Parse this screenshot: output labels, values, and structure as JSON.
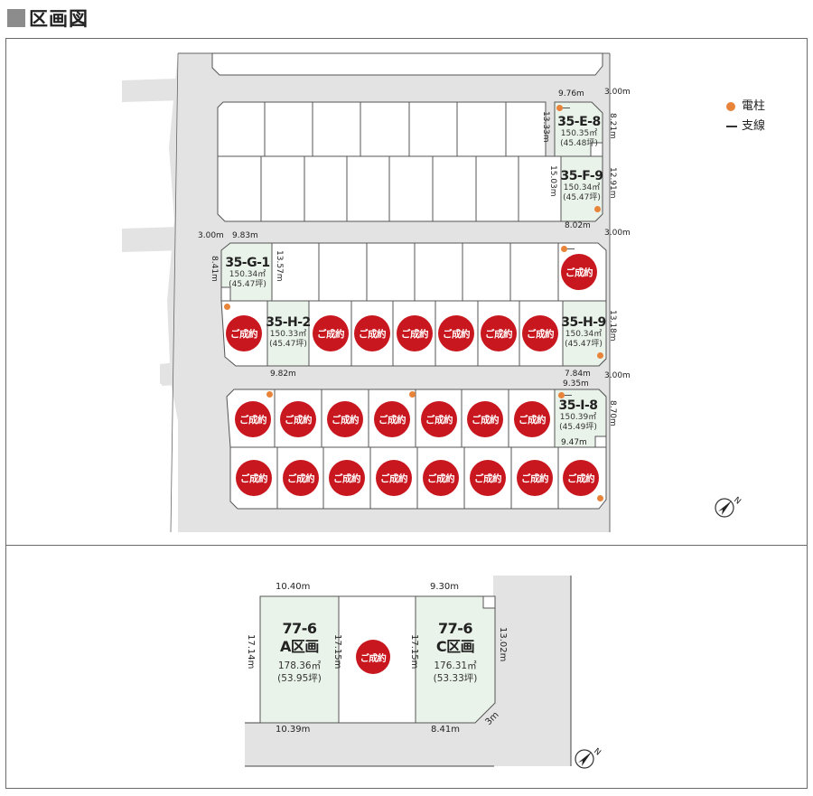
{
  "title": "区画図",
  "legend": {
    "pole_label": "電柱",
    "guy_wire_label": "支線",
    "pole_color": "#e8833a"
  },
  "colors": {
    "road": "#e3e3e3",
    "available_lot": "#eaf3ea",
    "sold_badge": "#c8171e",
    "lot_border": "#555555"
  },
  "sold_label": "ご成約",
  "top_map": {
    "lots": [
      {
        "id": "35-E-8",
        "area": "150.35㎡",
        "tsubo": "(45.48坪)"
      },
      {
        "id": "35-F-9",
        "area": "150.34㎡",
        "tsubo": "(45.47坪)"
      },
      {
        "id": "35-G-1",
        "area": "150.34㎡",
        "tsubo": "(45.47坪)"
      },
      {
        "id": "35-H-2",
        "area": "150.33㎡",
        "tsubo": "(45.47坪)"
      },
      {
        "id": "35-H-9",
        "area": "150.34㎡",
        "tsubo": "(45.47坪)"
      },
      {
        "id": "35-I-8",
        "area": "150.39㎡",
        "tsubo": "(45.49坪)"
      }
    ],
    "dimensions": {
      "e8_top": "9.76m",
      "e8_corner": "3.00m",
      "e8_left": "13.33m",
      "e8_right": "8.21m",
      "f9_left": "15.03m",
      "f9_right": "12.91m",
      "f9_bottom": "8.02m",
      "f9_corner": "3.00m",
      "g1_corner": "3.00m",
      "g1_top": "9.83m",
      "g1_left": "8.41m",
      "g1_right": "13.57m",
      "h2_bottom": "9.82m",
      "h9_right": "13.18m",
      "h9_bottom": "7.84m",
      "h9_corner": "3.00m",
      "i8_top": "9.35m",
      "i8_right": "8.70m",
      "i8_inner": "9.47m"
    }
  },
  "bottom_map": {
    "lots": [
      {
        "id": "77-6",
        "block": "A区画",
        "area": "178.36㎡",
        "tsubo": "(53.95坪)"
      },
      {
        "id": "77-6",
        "block": "C区画",
        "area": "176.31㎡",
        "tsubo": "(53.33坪)"
      }
    ],
    "dimensions": {
      "a_top": "10.40m",
      "a_left": "17.14m",
      "a_right": "17.15m",
      "a_bottom": "10.39m",
      "c_top": "9.30m",
      "c_left": "17.15m",
      "c_right": "13.02m",
      "c_bottom": "8.41m",
      "c_corner": "3m"
    }
  },
  "compass": {
    "north_label": "N"
  }
}
